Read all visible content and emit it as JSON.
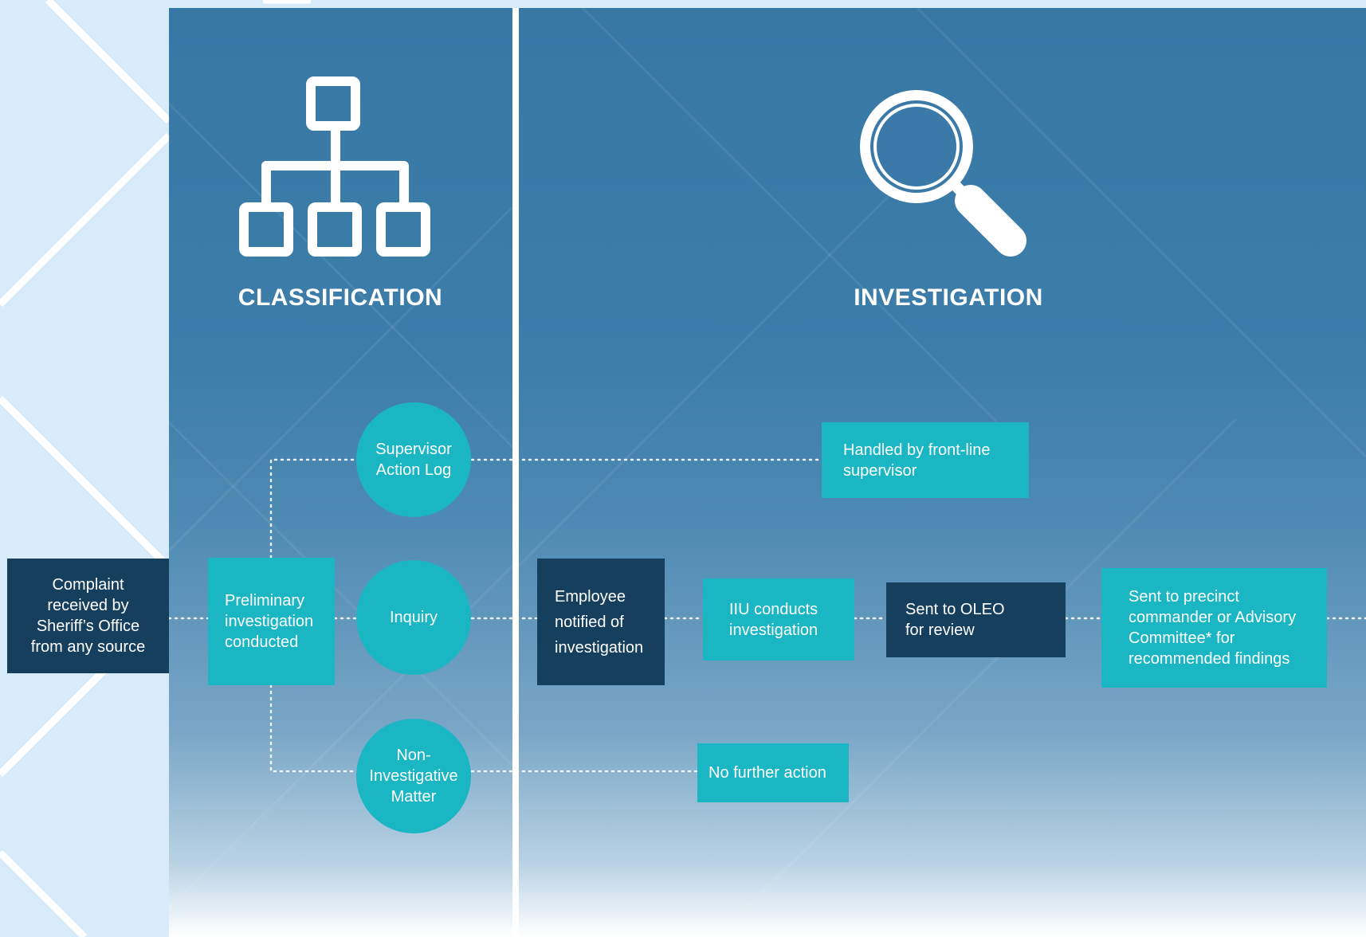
{
  "colors": {
    "background": "#d8ebfb",
    "panel_top": "#3878a5",
    "teal": "#1ab6c4",
    "navy": "#163f5e",
    "white": "#ffffff"
  },
  "sections": {
    "classification": {
      "title": "CLASSIFICATION",
      "icon": "org-chart-icon"
    },
    "investigation": {
      "title": "INVESTIGATION",
      "icon": "magnifying-glass-icon"
    }
  },
  "nodes": {
    "complaint_received": "Complaint\nreceived by\nSheriff’s Office\nfrom any source",
    "preliminary_investigation": "Preliminary\ninvestigation\nconducted",
    "supervisor_action_log": "Supervisor\nAction Log",
    "inquiry": "Inquiry",
    "non_investigative_matter": "Non-\nInvestigative\nMatter",
    "handled_by_supervisor": "Handled by front-line\nsupervisor",
    "employee_notified": "Employee\nnotified of\ninvestigation",
    "iiu_conducts": "IIU conducts\ninvestigation",
    "sent_to_oleo": "Sent to OLEO\nfor review",
    "sent_to_precinct": "Sent to precinct\ncommander or Advisory\nCommittee* for\nrecommended findings",
    "no_further_action": "No further action"
  }
}
